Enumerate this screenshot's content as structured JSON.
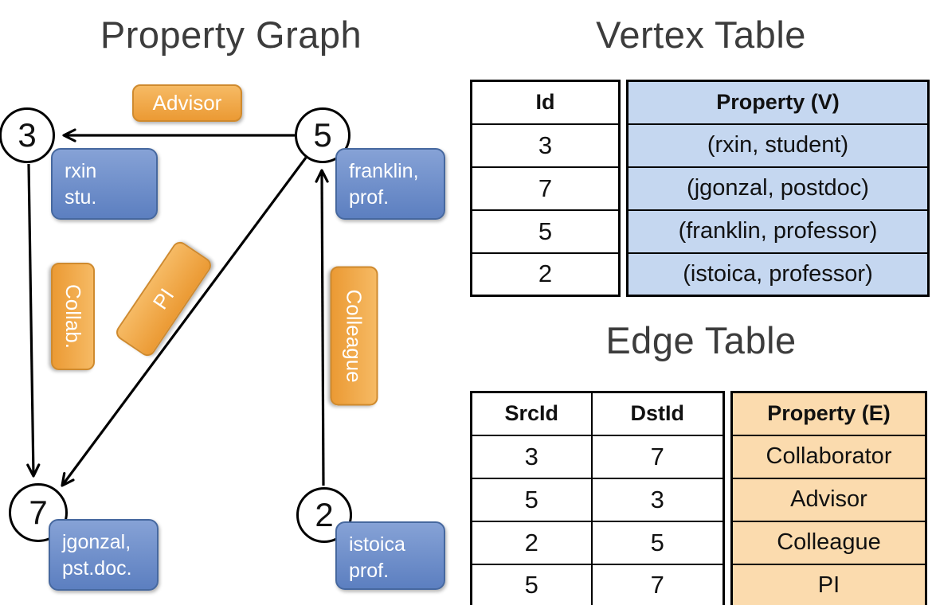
{
  "graph": {
    "title": "Property Graph",
    "node3": {
      "id": "3",
      "line1": "rxin",
      "line2": "stu."
    },
    "node5": {
      "id": "5",
      "line1": "franklin,",
      "line2": "prof."
    },
    "node7": {
      "id": "7",
      "line1": "jgonzal,",
      "line2": "pst.doc."
    },
    "node2": {
      "id": "2",
      "line1": "istoica",
      "line2": "prof."
    },
    "edge_labels": {
      "advisor": "Advisor",
      "collab": "Collab.",
      "pi": "PI",
      "colleague": "Colleague"
    },
    "arrows": [
      {
        "from": "5",
        "to": "3",
        "label": "Advisor"
      },
      {
        "from": "3",
        "to": "7",
        "label": "Collab."
      },
      {
        "from": "5",
        "to": "7",
        "label": "PI"
      },
      {
        "from": "2",
        "to": "5",
        "label": "Colleague"
      }
    ]
  },
  "vertex_table": {
    "title": "Vertex Table",
    "headers": {
      "id": "Id",
      "property": "Property (V)"
    },
    "rows": [
      {
        "id": "3",
        "property": "(rxin, student)"
      },
      {
        "id": "7",
        "property": "(jgonzal, postdoc)"
      },
      {
        "id": "5",
        "property": "(franklin, professor)"
      },
      {
        "id": "2",
        "property": "(istoica, professor)"
      }
    ]
  },
  "edge_table": {
    "title": "Edge Table",
    "headers": {
      "src": "SrcId",
      "dst": "DstId",
      "property": "Property (E)"
    },
    "rows": [
      {
        "src": "3",
        "dst": "7",
        "property": "Collaborator"
      },
      {
        "src": "5",
        "dst": "3",
        "property": "Advisor"
      },
      {
        "src": "2",
        "dst": "5",
        "property": "Colleague"
      },
      {
        "src": "5",
        "dst": "7",
        "property": "PI"
      }
    ]
  },
  "colors": {
    "vertex_property_fill": "#c5d7f0",
    "edge_property_fill": "#fbdbae",
    "vertex_box_blue": "#5c7fc0",
    "edge_box_orange": "#eb9a34",
    "line_color": "#000000"
  }
}
